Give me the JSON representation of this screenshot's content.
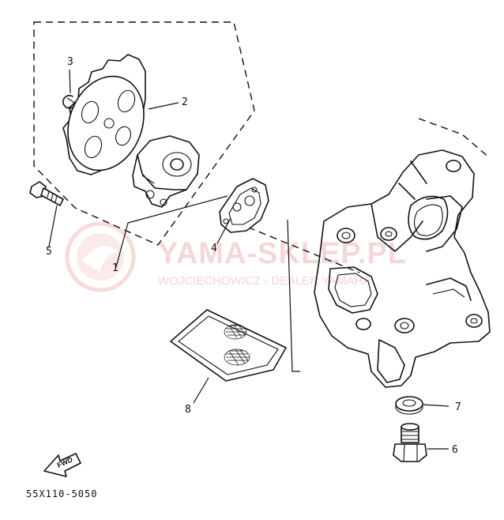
{
  "callouts": {
    "c1": "1",
    "c2": "2",
    "c3": "3",
    "c4": "4",
    "c5": "5",
    "c6": "6",
    "c7": "7",
    "c8": "8"
  },
  "fwd_label": "FWD",
  "diagram_code": "55X110-5050",
  "watermark": {
    "title": "YAMA-SKLEP.PL",
    "subtitle": "WOJCIECHOWICZ - DEALER YAMAHA"
  },
  "colors": {
    "line": "#111111",
    "watermark": "#f0b8b8"
  }
}
